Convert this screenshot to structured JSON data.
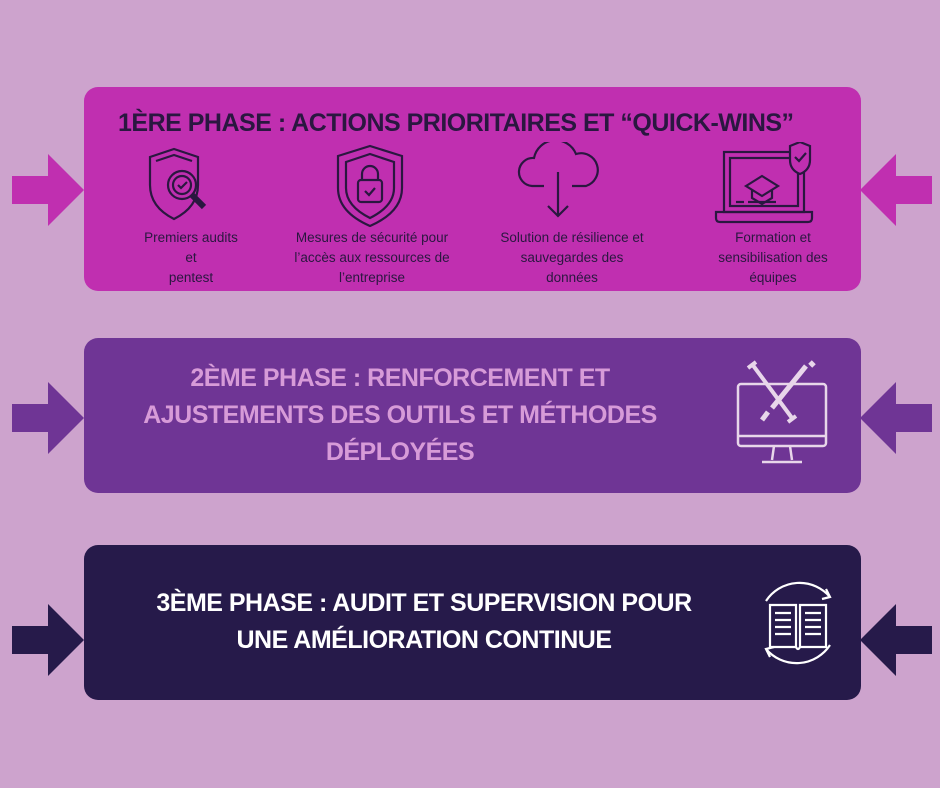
{
  "colors": {
    "background": "#cda3cd",
    "phase1": "#c02fb0",
    "phase2": "#6f3595",
    "phase3": "#261a4a"
  },
  "phase1": {
    "title": "1ère phase : Actions prioritaires et “Quick-Wins”",
    "items": [
      {
        "icon": "shield-magnifier-check-icon",
        "label": "Premiers audits\net\npentest"
      },
      {
        "icon": "shield-lock-icon",
        "label": "Mesures de sécurité pour\nl’accès aux ressources de\nl’entreprise"
      },
      {
        "icon": "cloud-download-icon",
        "label": "Solution de résilience et\nsauvegardes des\ndonnées"
      },
      {
        "icon": "laptop-graduation-shield-icon",
        "label": "Formation et\nsensibilisation des\néquipes"
      }
    ]
  },
  "phase2": {
    "title_lines": [
      "2ème phase : Renforcement et",
      "ajustements des outils et méthodes",
      "déployées"
    ],
    "icon": "monitor-tools-icon"
  },
  "phase3": {
    "title_lines": [
      "3ème phase : Audit et supervision pour",
      "une amélioration continue"
    ],
    "icon": "book-cycle-icon"
  }
}
